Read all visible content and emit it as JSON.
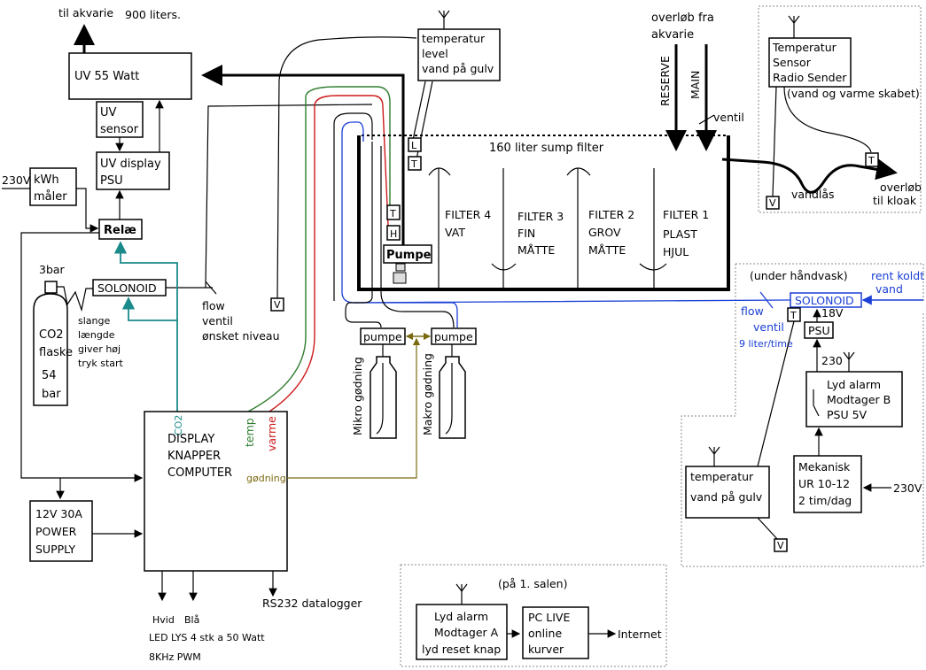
{
  "labels": {
    "til_akvarie": "til akvarie",
    "liters_900": "900 liters.",
    "uv_55": "UV 55 Watt",
    "uv_sensor_1": "UV",
    "uv_sensor_2": "sensor",
    "uv_display_1": "UV display",
    "uv_display_2": "PSU",
    "v230_left": "230V",
    "kwh_1": "kWh",
    "kwh_2": "måler",
    "relae": "Relæ",
    "bar3": "3bar",
    "solonoid_left": "SOLONOID",
    "co2_1": "CO2",
    "co2_2": "flaske",
    "co2_3": "54",
    "co2_4": "bar",
    "slange_1": "slange",
    "slange_2": "længde",
    "slange_3": "giver høj",
    "slange_4": "tryk start",
    "flow_1": "flow",
    "flow_2": "ventil",
    "flow_3": "ønsket niveau",
    "v_left": "V",
    "temp_box_1": "temperatur",
    "temp_box_2": "level",
    "temp_box_3": "vand på gulv",
    "overlob_1": "overløb fra",
    "overlob_2": "akvarie",
    "reserve": "RESERVE",
    "main": "MAIN",
    "ventil_main": "ventil",
    "sump_title": "160 liter sump filter",
    "marker_L": "L",
    "marker_T": "T",
    "marker_H": "H",
    "pumpe_main": "Pumpe",
    "filter4_1": "FILTER 4",
    "filter4_2": "VAT",
    "filter3_1": "FILTER 3",
    "filter3_2": "FIN",
    "filter3_3": "MÅTTE",
    "filter2_1": "FILTER 2",
    "filter2_2": "GROV",
    "filter2_3": "MÅTTE",
    "filter1_1": "FILTER 1",
    "filter1_2": "PLAST",
    "filter1_3": "HJUL",
    "sensor_1": "Temperatur",
    "sensor_2": "Sensor",
    "sensor_3": "Radio Sender",
    "sensor_4": "(vand og varme skabet)",
    "vandlas": "vandlås",
    "overlob_kloak_1": "overløb",
    "overlob_kloak_2": "til kloak",
    "under_handvask": "(under håndvask)",
    "rent_1": "rent koldt",
    "rent_2": "vand",
    "solonoid_right": "SOLONOID",
    "flow_r_1": "flow",
    "flow_r_2": "ventil",
    "liter_time": "9 liter/time",
    "v18": "18V",
    "psu_small": "PSU",
    "v230_mid": "230",
    "alarm_b_1": "Lyd alarm",
    "alarm_b_2": "Modtager B",
    "alarm_b_3": "PSU 5V",
    "temp_floor_1": "temperatur",
    "temp_floor_2": "vand på gulv",
    "mek_1": "Mekanisk",
    "mek_2": "UR 10-12",
    "mek_3": "2 tim/dag",
    "v230_right": "230V",
    "pumpe_1": "pumpe",
    "pumpe_2": "pumpe",
    "mikro": "Mikro gødning",
    "makro": "Makro gødning",
    "co2_tag": "CO2",
    "temp_tag": "temp",
    "varme_tag": "varme",
    "display_1": "DISPLAY",
    "display_2": "KNAPPER",
    "display_3": "COMPUTER",
    "godning": "gødning",
    "psu12_1": "12V 30A",
    "psu12_2": "POWER",
    "psu12_3": "SUPPLY",
    "hvid": "Hvid",
    "bla": "Blå",
    "led_1": "LED LYS 4 stk a 50 Watt",
    "led_2": "8KHz PWM",
    "rs232": "RS232 datalogger",
    "salen": "(på 1. salen)",
    "alarm_a_1": "Lyd alarm",
    "alarm_a_2": "Modtager A",
    "alarm_a_3": "lyd reset knap",
    "pc_1": "PC LIVE",
    "pc_2": "online",
    "pc_3": "kurver",
    "internet": "Internet",
    "v_right": "V"
  },
  "colors": {
    "co2_line": "#1a8a8a",
    "temp_line": "#2f7d2f",
    "heat_line": "#cc1a1a",
    "water_line": "#1a3fd6",
    "fert_line": "#7a6a10"
  }
}
